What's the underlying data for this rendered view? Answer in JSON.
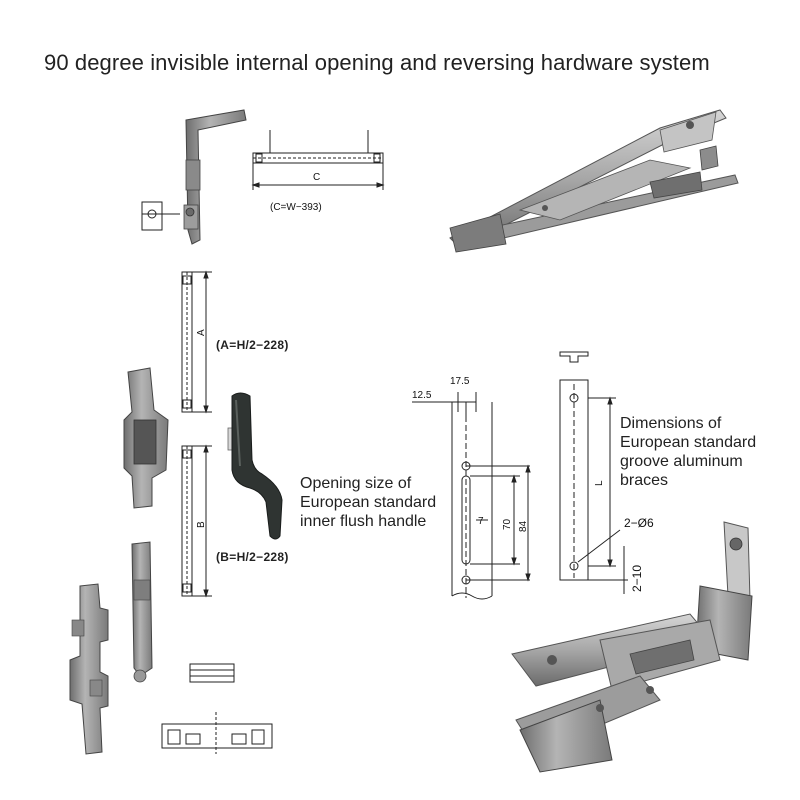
{
  "title": "90  degree invisible internal opening and reversing hardware system",
  "labels": {
    "c_dim_letter": "C",
    "c_formula": "(C=W−393)",
    "a_dim_letter": "A",
    "a_formula": "(A=H/2−228)",
    "b_dim_letter": "B",
    "b_formula": "(B=H/2−228)",
    "handle_caption_1": "Opening size of",
    "handle_caption_2": "European standard",
    "handle_caption_3": "inner flush handle",
    "brace_caption_1": "Dimensions of",
    "brace_caption_2": "European standard",
    "brace_caption_3": "groove aluminum",
    "brace_caption_4": "braces",
    "dim_12_5": "12.5",
    "dim_17_5": "17.5",
    "dim_7": "7",
    "dim_70": "70",
    "dim_84": "84",
    "dim_L": "L",
    "dim_2_phi6": "2−Ø6",
    "dim_2_10": "2−10"
  },
  "colors": {
    "metal": "#9a9a9a",
    "metal_dark": "#5f5f5f",
    "metal_light": "#c9c9c9",
    "handle": "#2f3432",
    "line": "#222222"
  }
}
